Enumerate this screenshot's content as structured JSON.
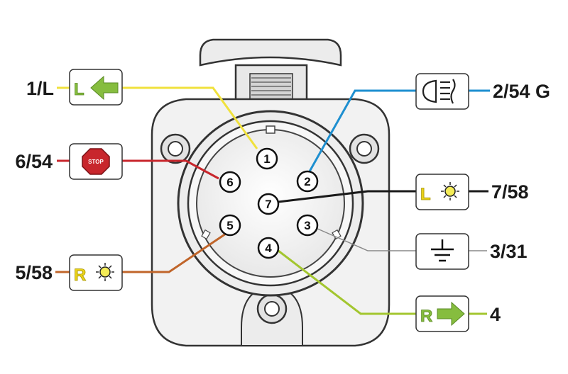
{
  "colors": {
    "yellow": "#f0e13c",
    "blue": "#1e8fd0",
    "red": "#c8262c",
    "black": "#1a1a1a",
    "grey": "#8a8a8a",
    "brown": "#c0652a",
    "green": "#a3c62f",
    "icon_green": "#86bd3f",
    "icon_yellow": "#e9d21a"
  },
  "labels": {
    "pin1": "1/L",
    "pin2": "2/54 G",
    "pin3": "3/31",
    "pin4": "4",
    "pin5": "5/58",
    "pin6": "6/54",
    "pin7": "7/58"
  },
  "pins": {
    "p1": "1",
    "p2": "2",
    "p3": "3",
    "p4": "4",
    "p5": "5",
    "p6": "6",
    "p7": "7"
  },
  "icons": {
    "left_indicator": {
      "letter": "L",
      "name": "left-turn-arrow-icon"
    },
    "rear_fog": {
      "name": "rear-fog-lamp-icon"
    },
    "stop": {
      "text": "STOP",
      "name": "stop-sign-icon"
    },
    "left_tail": {
      "letter": "L",
      "name": "tail-light-icon"
    },
    "ground": {
      "name": "ground-symbol-icon"
    },
    "right_tail": {
      "letter": "R",
      "name": "tail-light-icon"
    },
    "right_indicator": {
      "letter": "R",
      "name": "right-turn-arrow-icon"
    }
  }
}
